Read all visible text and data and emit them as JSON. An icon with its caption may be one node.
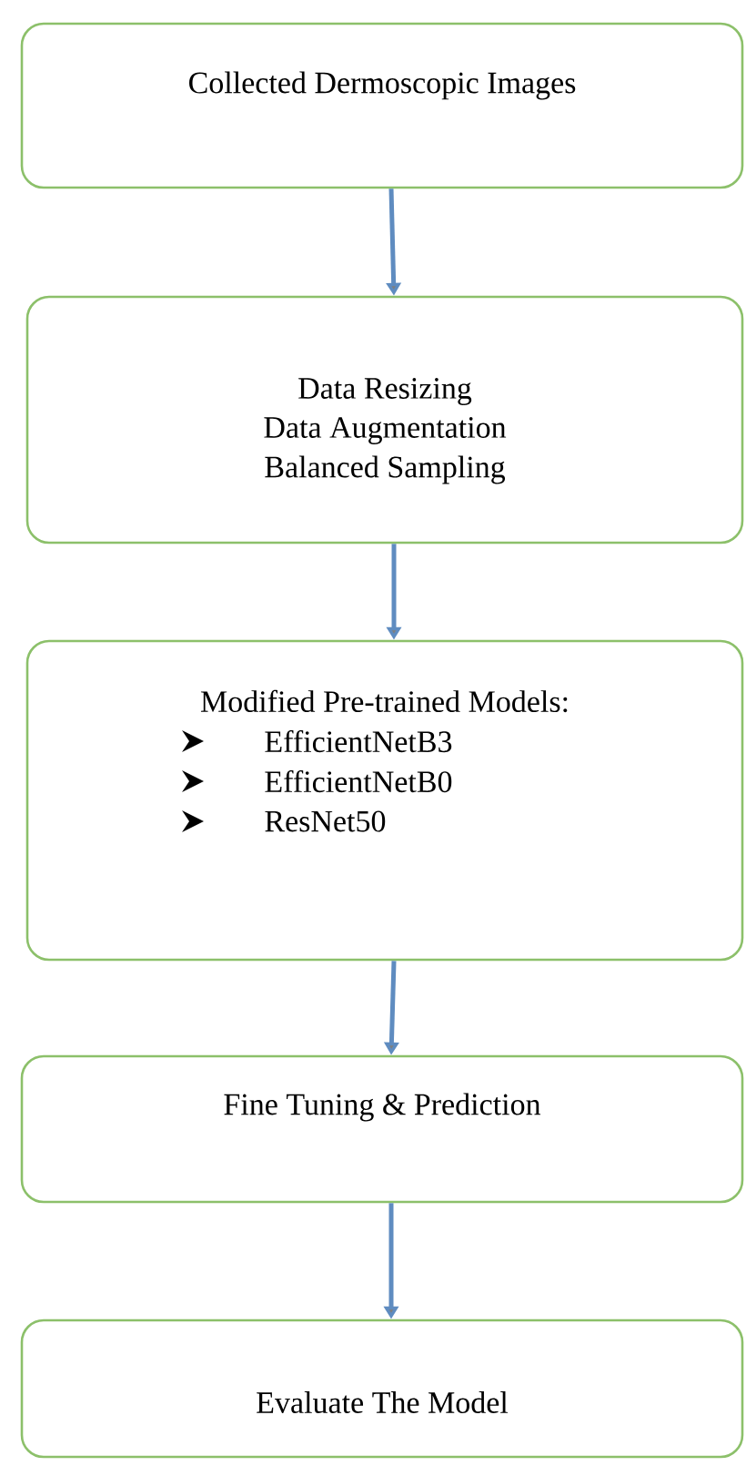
{
  "diagram": {
    "nodes": [
      {
        "text": [
          "Collected Dermoscopic Images"
        ]
      },
      {
        "text": [
          "Data Resizing",
          "Data Augmentation",
          "Balanced Sampling"
        ]
      },
      {
        "text": [
          "Modified Pre-trained Models:",
          "EfficientNetB3",
          "EfficientNetB0",
          "ResNet50"
        ]
      },
      {
        "text": [
          "Fine Tuning & Prediction"
        ]
      },
      {
        "text": [
          "Evaluate The Model"
        ]
      }
    ],
    "edges": [
      {
        "from": 0,
        "to": 1,
        "arrow": "to"
      },
      {
        "from": 1,
        "to": 2,
        "arrow": "to"
      },
      {
        "from": 2,
        "to": 3,
        "arrow": "to"
      },
      {
        "from": 3,
        "to": 4,
        "arrow": "to"
      }
    ]
  }
}
